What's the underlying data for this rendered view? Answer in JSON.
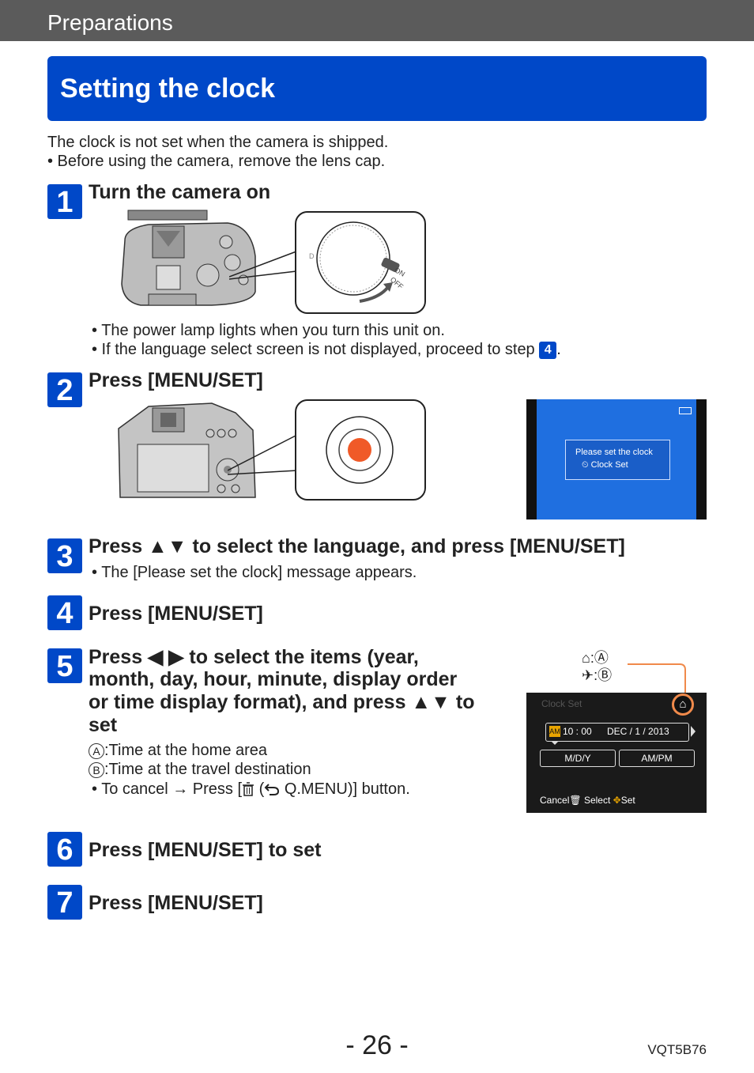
{
  "header": {
    "section": "Preparations"
  },
  "title": "Setting the clock",
  "intro": {
    "line1": "The clock is not set when the camera is shipped.",
    "line2": "• Before using the camera, remove the lens cap."
  },
  "steps": [
    {
      "num": "1",
      "title": "Turn the camera on",
      "notes": [
        "• The power lamp lights when you turn this unit on.",
        "• If the language select screen is not displayed, proceed to step"
      ],
      "ref_step": "4",
      "dial": {
        "on": "ON",
        "off": "OFF"
      }
    },
    {
      "num": "2",
      "title": "Press [MENU/SET]",
      "screen": {
        "line1": "Please set the clock",
        "line2": "Clock Set"
      }
    },
    {
      "num": "3",
      "title": "Press ▲▼ to select the language, and press [MENU/SET]",
      "notes": [
        "• The [Please set the clock] message appears."
      ]
    },
    {
      "num": "4",
      "title": "Press [MENU/SET]"
    },
    {
      "num": "5",
      "title_lines": [
        "Press ◀ ▶ to select the items (year,",
        "month, day, hour, minute, display order",
        "or time display format), and press ▲▼ to",
        "set"
      ],
      "legend_a_label": "A",
      "legend_a": ":Time at the home area",
      "legend_b_label": "B",
      "legend_b": ":Time at the travel destination",
      "cancel_pre": "• To cancel → Press [",
      "cancel_post": " Q.MENU)] button.",
      "screen": {
        "title": "Clock Set",
        "ampm_tag": "AM",
        "time": "10 : 00",
        "date": "DEC /  1  /  2013",
        "order_btn": "M/D/Y",
        "format_btn": "AM/PM",
        "cancel": "Cancel",
        "select": "Select",
        "set": "Set"
      },
      "callout_a": "Ⓐ",
      "callout_b": "Ⓑ"
    },
    {
      "num": "6",
      "title": "Press [MENU/SET] to set"
    },
    {
      "num": "7",
      "title": "Press [MENU/SET]"
    }
  ],
  "footer": {
    "page": "- 26 -",
    "code": "VQT5B76"
  },
  "colors": {
    "accent": "#0048c8",
    "topbar": "#5b5b5b",
    "lcd_blue": "#1f6fe0",
    "button_orange": "#f05a28"
  }
}
